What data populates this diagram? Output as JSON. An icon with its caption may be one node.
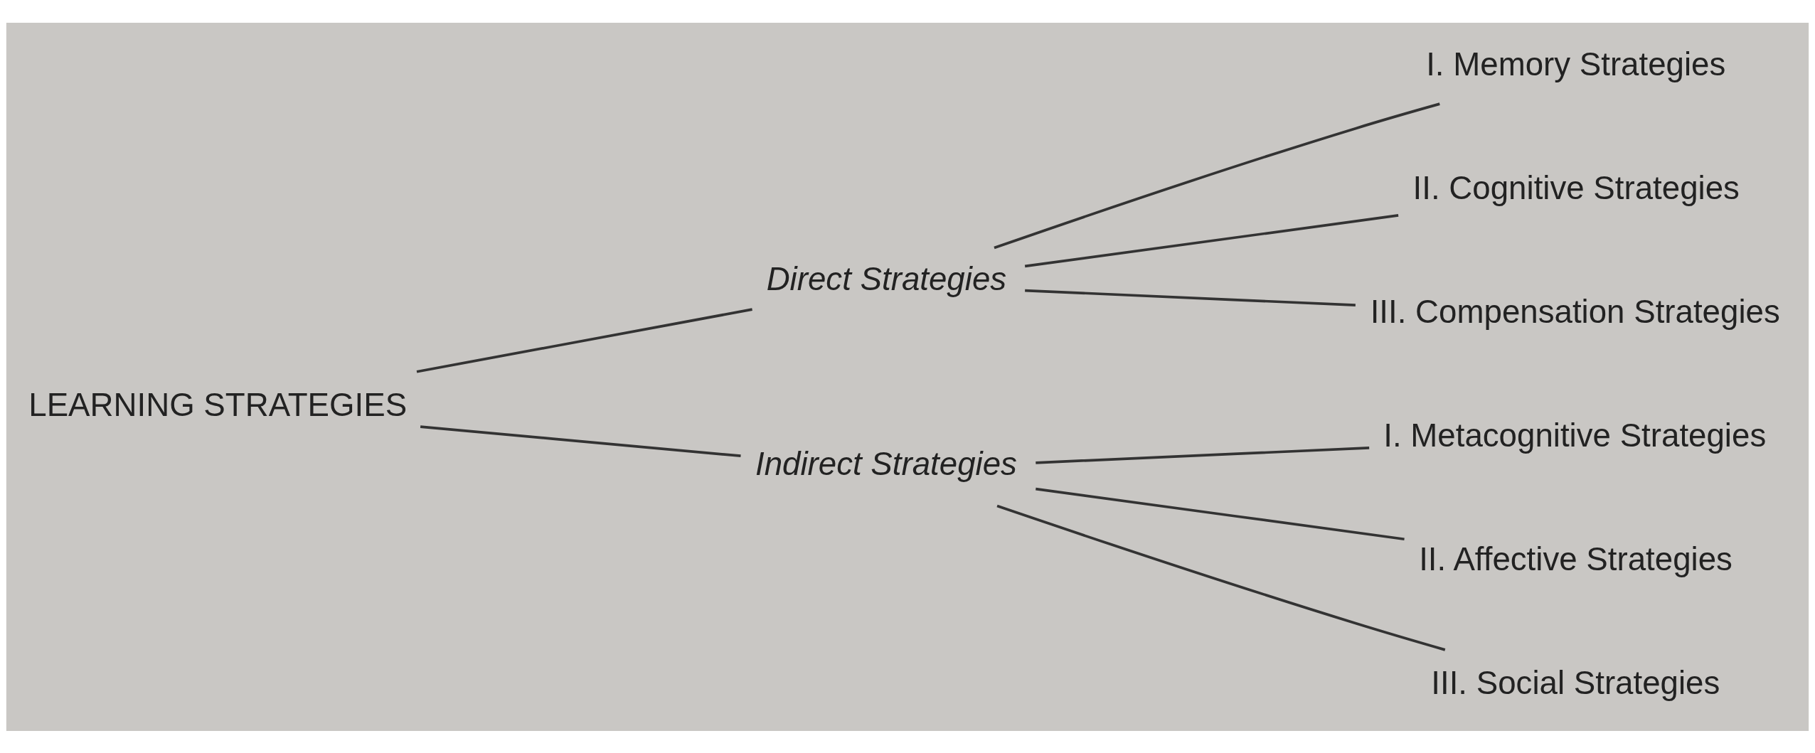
{
  "diagram": {
    "nodes": [
      {
        "text": [
          "LEARNING STRATEGIES"
        ]
      },
      {
        "text": [
          "Direct Strategies"
        ]
      },
      {
        "text": [
          "Indirect Strategies"
        ]
      },
      {
        "text": [
          "I. Memory Strategies"
        ]
      },
      {
        "text": [
          "II. Cognitive Strategies"
        ]
      },
      {
        "text": [
          "III. Compensation Strategies"
        ]
      },
      {
        "text": [
          "I. Metacognitive Strategies"
        ]
      },
      {
        "text": [
          "II. Affective Strategies"
        ]
      },
      {
        "text": [
          "III. Social Strategies"
        ]
      }
    ],
    "edges": [
      {
        "from": 0,
        "to": 1,
        "arrow": "none"
      },
      {
        "from": 0,
        "to": 2,
        "arrow": "none"
      },
      {
        "from": 1,
        "to": 3,
        "arrow": "none"
      },
      {
        "from": 1,
        "to": 4,
        "arrow": "none"
      },
      {
        "from": 1,
        "to": 5,
        "arrow": "none"
      },
      {
        "from": 2,
        "to": 6,
        "arrow": "none"
      },
      {
        "from": 2,
        "to": 7,
        "arrow": "none"
      },
      {
        "from": 2,
        "to": 8,
        "arrow": "none"
      }
    ]
  }
}
